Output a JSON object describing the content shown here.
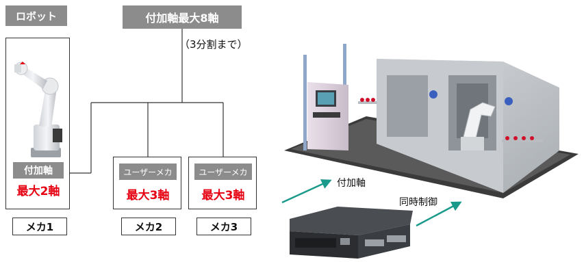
{
  "robot_label": "ロボット",
  "axis_header": "付加軸最大8軸",
  "split_note": "（3分割まで）",
  "left_robot": {
    "tag": "付加軸",
    "max": "最大2軸",
    "mech": "メカ1"
  },
  "mech2": {
    "tag": "ユーザーメカ",
    "max": "最大3軸",
    "mech": "メカ2"
  },
  "mech3": {
    "tag": "ユーザーメカ",
    "max": "最大3軸",
    "mech": "メカ3"
  },
  "arrow_aux": "付加軸",
  "arrow_sync": "同時制御",
  "colors": {
    "gray_label": "#8c8c8c",
    "accent_red": "#e60012",
    "arrow_teal": "#1a9a8a",
    "line": "#333333"
  }
}
